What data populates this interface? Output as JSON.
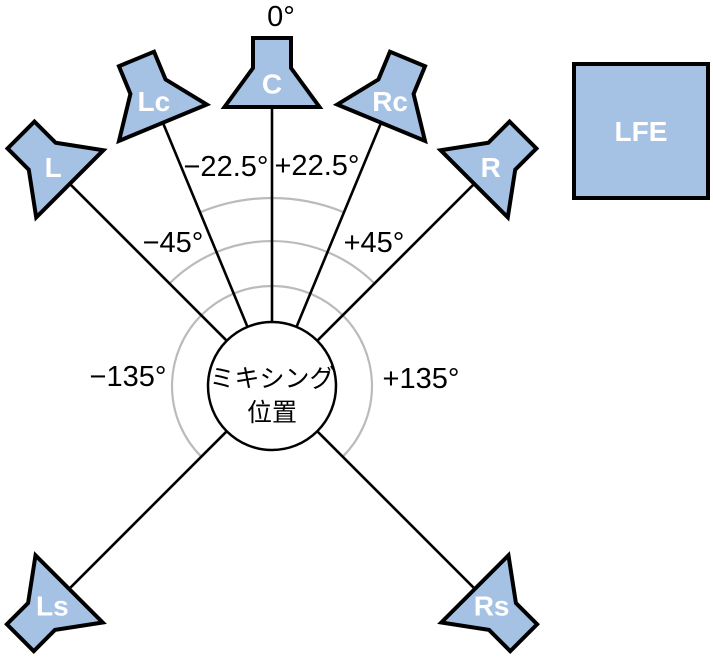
{
  "diagram": {
    "description": "7.1 surround speaker placement diagram",
    "mixing_position": {
      "line1": "ミキシング",
      "line2": "位置"
    },
    "lfe": {
      "label": "LFE"
    },
    "speakers": [
      {
        "label": "C",
        "angle_deg": 0,
        "angle_label": "0°"
      },
      {
        "label": "Lc",
        "angle_deg": -22.5,
        "angle_label": "−22.5°"
      },
      {
        "label": "Rc",
        "angle_deg": 22.5,
        "angle_label": "+22.5°"
      },
      {
        "label": "L",
        "angle_deg": -45,
        "angle_label": "−45°"
      },
      {
        "label": "R",
        "angle_deg": 45,
        "angle_label": "+45°"
      },
      {
        "label": "Ls",
        "angle_deg": -135,
        "angle_label": "−135°"
      },
      {
        "label": "Rs",
        "angle_deg": 135,
        "angle_label": "+135°"
      }
    ],
    "colors": {
      "speaker_fill": "#a5c2e5",
      "outline": "#000000",
      "arc": "#bbbbbb",
      "speaker_label_text": "#ffffff",
      "angle_text": "#000000",
      "background": "#ffffff"
    }
  }
}
